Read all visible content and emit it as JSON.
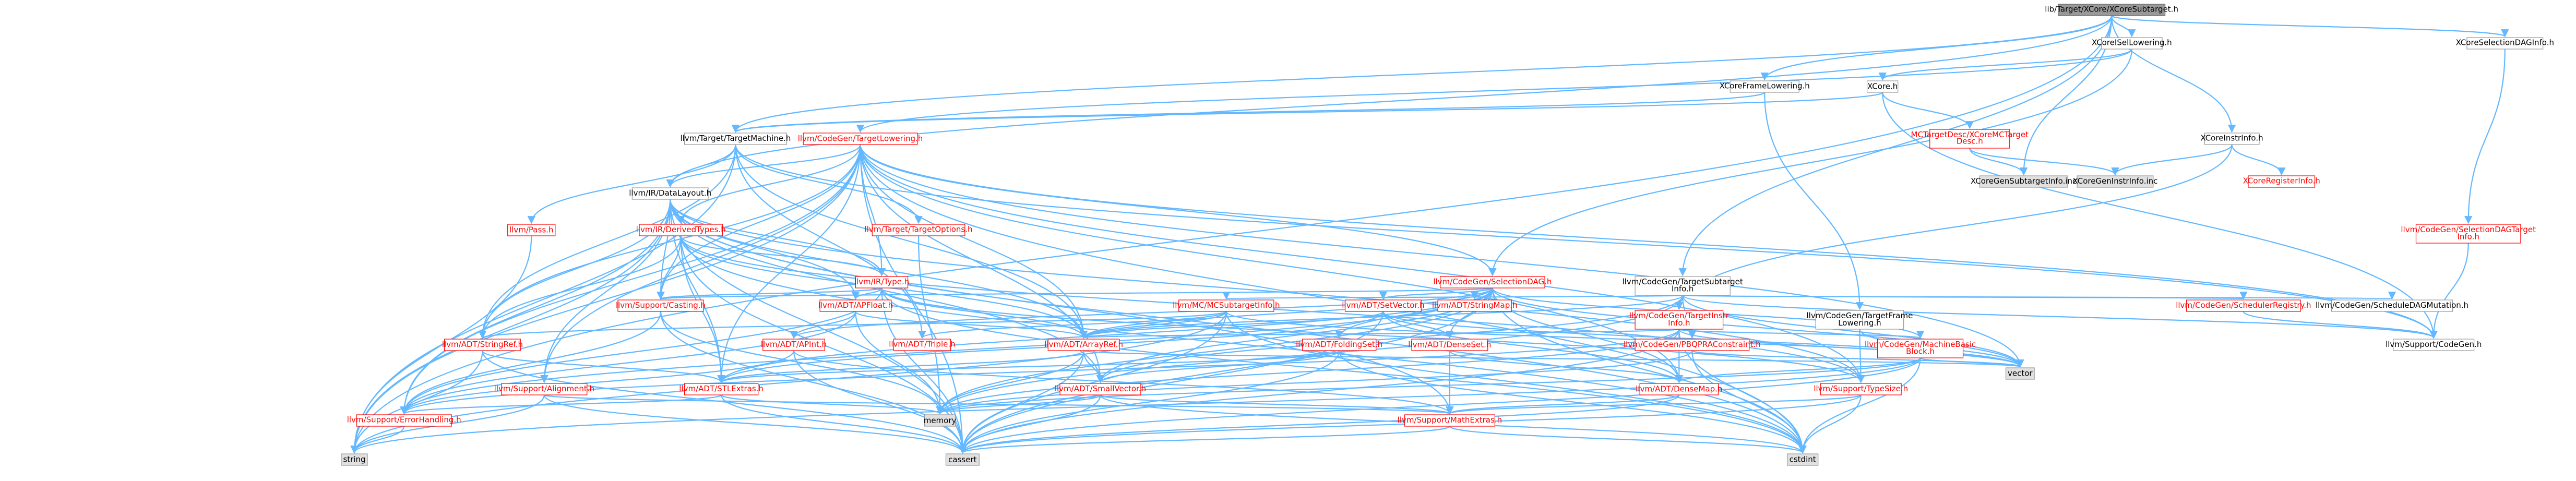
{
  "colors": {
    "edge": "#63b8ff",
    "root_fill": "#999999",
    "root_stroke": "#666666",
    "red_fill": "#ffffff",
    "red_stroke": "#ff0000",
    "red_text": "#ff0000",
    "plain_fill": "#ffffff",
    "plain_stroke": "#999999",
    "plain_text": "#000000",
    "gray_fill": "#e0e0e0",
    "gray_stroke": "#999999",
    "gray_text": "#000000"
  },
  "nodes": [
    {
      "id": "root",
      "label": "lib/Target/XCore/XCoreSubtarget.h",
      "kind": "root"
    },
    {
      "id": "setlow",
      "label": "XCoreISelLowering.h",
      "kind": "plain"
    },
    {
      "id": "seldag",
      "label": "XCoreSelectionDAGInfo.h",
      "kind": "plain"
    },
    {
      "id": "framelow",
      "label": "XCoreFrameLowering.h",
      "kind": "plain"
    },
    {
      "id": "xcore",
      "label": "XCore.h",
      "kind": "plain"
    },
    {
      "id": "instrinfo",
      "label": "XCoreInstrInfo.h",
      "kind": "plain"
    },
    {
      "id": "tm",
      "label": "llvm/Target/TargetMachine.h",
      "kind": "plain"
    },
    {
      "id": "cgtl",
      "label": "llvm/CodeGen/TargetLowering.h",
      "kind": "red"
    },
    {
      "id": "mcdesc",
      "label": "MCTargetDesc/XCoreMCTarget\nDesc.h",
      "kind": "red"
    },
    {
      "id": "subinc",
      "label": "XCoreGenSubtargetInfo.inc",
      "kind": "gray"
    },
    {
      "id": "instinc",
      "label": "XCoreGenInstrInfo.inc",
      "kind": "gray"
    },
    {
      "id": "reginfo",
      "label": "XCoreRegisterInfo.h",
      "kind": "red"
    },
    {
      "id": "sdagti",
      "label": "llvm/CodeGen/SelectionDAGTarget\nInfo.h",
      "kind": "red"
    },
    {
      "id": "pass",
      "label": "llvm/Pass.h",
      "kind": "red"
    },
    {
      "id": "dl",
      "label": "llvm/IR/DataLayout.h",
      "kind": "plain"
    },
    {
      "id": "dt",
      "label": "llvm/IR/DerivedTypes.h",
      "kind": "red"
    },
    {
      "id": "tgopt",
      "label": "llvm/Target/TargetOptions.h",
      "kind": "red"
    },
    {
      "id": "sdag",
      "label": "llvm/CodeGen/SelectionDAG.h",
      "kind": "red"
    },
    {
      "id": "tsi",
      "label": "llvm/CodeGen/TargetSubtarget\nInfo.h",
      "kind": "plain"
    },
    {
      "id": "type",
      "label": "llvm/IR/Type.h",
      "kind": "red"
    },
    {
      "id": "casting",
      "label": "llvm/Support/Casting.h",
      "kind": "red"
    },
    {
      "id": "apfloat",
      "label": "llvm/ADT/APFloat.h",
      "kind": "red"
    },
    {
      "id": "mcsti",
      "label": "llvm/MC/MCSubtargetInfo.h",
      "kind": "red"
    },
    {
      "id": "setvec",
      "label": "llvm/ADT/SetVector.h",
      "kind": "red"
    },
    {
      "id": "strmap",
      "label": "llvm/ADT/StringMap.h",
      "kind": "red"
    },
    {
      "id": "tii",
      "label": "llvm/CodeGen/TargetInstr\nInfo.h",
      "kind": "red"
    },
    {
      "id": "tfl",
      "label": "llvm/CodeGen/TargetFrame\nLowering.h",
      "kind": "plain"
    },
    {
      "id": "schedreg",
      "label": "llvm/CodeGen/SchedulerRegistry.h",
      "kind": "red"
    },
    {
      "id": "schedmut",
      "label": "llvm/CodeGen/ScheduleDAGMutation.h",
      "kind": "plain"
    },
    {
      "id": "codegen",
      "label": "llvm/Support/CodeGen.h",
      "kind": "plain"
    },
    {
      "id": "strref",
      "label": "llvm/ADT/StringRef.h",
      "kind": "red"
    },
    {
      "id": "apint",
      "label": "llvm/ADT/APInt.h",
      "kind": "red"
    },
    {
      "id": "triple",
      "label": "llvm/ADT/Triple.h",
      "kind": "red"
    },
    {
      "id": "arrref",
      "label": "llvm/ADT/ArrayRef.h",
      "kind": "red"
    },
    {
      "id": "foldset",
      "label": "llvm/ADT/FoldingSet.h",
      "kind": "red"
    },
    {
      "id": "denseset",
      "label": "llvm/ADT/DenseSet.h",
      "kind": "red"
    },
    {
      "id": "pbqp",
      "label": "llvm/CodeGen/PBQPRAConstraint.h",
      "kind": "red"
    },
    {
      "id": "mbb",
      "label": "llvm/CodeGen/MachineBasic\nBlock.h",
      "kind": "red"
    },
    {
      "id": "vector",
      "label": "vector",
      "kind": "gray"
    },
    {
      "id": "align",
      "label": "llvm/Support/Alignment.h",
      "kind": "red"
    },
    {
      "id": "stlext",
      "label": "llvm/ADT/STLExtras.h",
      "kind": "red"
    },
    {
      "id": "smallvec",
      "label": "llvm/ADT/SmallVector.h",
      "kind": "red"
    },
    {
      "id": "densemap",
      "label": "llvm/ADT/DenseMap.h",
      "kind": "red"
    },
    {
      "id": "typesize",
      "label": "llvm/Support/TypeSize.h",
      "kind": "red"
    },
    {
      "id": "errh",
      "label": "llvm/Support/ErrorHandling.h",
      "kind": "red"
    },
    {
      "id": "memory",
      "label": "memory",
      "kind": "gray"
    },
    {
      "id": "mathext",
      "label": "llvm/Support/MathExtras.h",
      "kind": "red"
    },
    {
      "id": "string",
      "label": "string",
      "kind": "gray"
    },
    {
      "id": "cassert",
      "label": "cassert",
      "kind": "gray"
    },
    {
      "id": "cstdint",
      "label": "cstdint",
      "kind": "gray"
    }
  ],
  "edges": [
    [
      "root",
      "setlow"
    ],
    [
      "root",
      "seldag"
    ],
    [
      "root",
      "framelow"
    ],
    [
      "root",
      "instrinfo"
    ],
    [
      "root",
      "tsi"
    ],
    [
      "root",
      "tm"
    ],
    [
      "root",
      "subinc"
    ],
    [
      "root",
      "dl"
    ],
    [
      "root",
      "string"
    ],
    [
      "setlow",
      "xcore"
    ],
    [
      "setlow",
      "cgtl"
    ],
    [
      "setlow",
      "sdag"
    ],
    [
      "seldag",
      "sdagti"
    ],
    [
      "framelow",
      "tfl"
    ],
    [
      "framelow",
      "tm"
    ],
    [
      "xcore",
      "mcdesc"
    ],
    [
      "xcore",
      "tm"
    ],
    [
      "xcore",
      "codegen"
    ],
    [
      "mcdesc",
      "subinc"
    ],
    [
      "mcdesc",
      "instinc"
    ],
    [
      "instrinfo",
      "reginfo"
    ],
    [
      "instrinfo",
      "instinc"
    ],
    [
      "instrinfo",
      "tii"
    ],
    [
      "sdagti",
      "codegen"
    ],
    [
      "tm",
      "dl"
    ],
    [
      "tm",
      "pass"
    ],
    [
      "tm",
      "tgopt"
    ],
    [
      "tm",
      "triple"
    ],
    [
      "tm",
      "arrref"
    ],
    [
      "tm",
      "codegen"
    ],
    [
      "tm",
      "strref"
    ],
    [
      "tm",
      "string"
    ],
    [
      "cgtl",
      "dl"
    ],
    [
      "cgtl",
      "dt"
    ],
    [
      "cgtl",
      "type"
    ],
    [
      "cgtl",
      "sdag"
    ],
    [
      "cgtl",
      "casting"
    ],
    [
      "cgtl",
      "arrref"
    ],
    [
      "cgtl",
      "strref"
    ],
    [
      "cgtl",
      "smallvec"
    ],
    [
      "cgtl",
      "stlext"
    ],
    [
      "cgtl",
      "densemap"
    ],
    [
      "cgtl",
      "align"
    ],
    [
      "cgtl",
      "errh"
    ],
    [
      "cgtl",
      "typesize"
    ],
    [
      "cgtl",
      "codegen"
    ],
    [
      "cgtl",
      "vector"
    ],
    [
      "cgtl",
      "cstdint"
    ],
    [
      "cgtl",
      "cassert"
    ],
    [
      "cgtl",
      "string"
    ],
    [
      "pass",
      "string"
    ],
    [
      "dl",
      "dt"
    ],
    [
      "dl",
      "type"
    ],
    [
      "dl",
      "casting"
    ],
    [
      "dl",
      "apfloat"
    ],
    [
      "dl",
      "arrref"
    ],
    [
      "dl",
      "strref"
    ],
    [
      "dl",
      "smallvec"
    ],
    [
      "dl",
      "stlext"
    ],
    [
      "dl",
      "align"
    ],
    [
      "dl",
      "errh"
    ],
    [
      "dl",
      "mathext"
    ],
    [
      "dl",
      "typesize"
    ],
    [
      "dl",
      "cassert"
    ],
    [
      "dl",
      "cstdint"
    ],
    [
      "dl",
      "string"
    ],
    [
      "dt",
      "type"
    ],
    [
      "dt",
      "casting"
    ],
    [
      "dt",
      "arrref"
    ],
    [
      "dt",
      "strref"
    ],
    [
      "dt",
      "stlext"
    ],
    [
      "dt",
      "typesize"
    ],
    [
      "dt",
      "cassert"
    ],
    [
      "dt",
      "cstdint"
    ],
    [
      "tgopt",
      "memory"
    ],
    [
      "sdag",
      "apint"
    ],
    [
      "sdag",
      "arrref"
    ],
    [
      "sdag",
      "foldset"
    ],
    [
      "sdag",
      "densemap"
    ],
    [
      "sdag",
      "denseset"
    ],
    [
      "sdag",
      "setvec"
    ],
    [
      "sdag",
      "strmap"
    ],
    [
      "sdag",
      "smallvec"
    ],
    [
      "sdag",
      "stlext"
    ],
    [
      "sdag",
      "casting"
    ],
    [
      "sdag",
      "errh"
    ],
    [
      "sdag",
      "mbb"
    ],
    [
      "sdag",
      "vector"
    ],
    [
      "sdag",
      "cstdint"
    ],
    [
      "sdag",
      "cassert"
    ],
    [
      "sdag",
      "memory"
    ],
    [
      "tsi",
      "arrref"
    ],
    [
      "tsi",
      "smallvec"
    ],
    [
      "tsi",
      "mcsti"
    ],
    [
      "tsi",
      "pbqp"
    ],
    [
      "tsi",
      "schedmut"
    ],
    [
      "tsi",
      "schedreg"
    ],
    [
      "tsi",
      "codegen"
    ],
    [
      "tsi",
      "memory"
    ],
    [
      "tsi",
      "vector"
    ],
    [
      "type",
      "arrref"
    ],
    [
      "type",
      "casting"
    ],
    [
      "type",
      "errh"
    ],
    [
      "type",
      "typesize"
    ],
    [
      "type",
      "cassert"
    ],
    [
      "type",
      "cstdint"
    ],
    [
      "type",
      "apfloat"
    ],
    [
      "casting",
      "errh"
    ],
    [
      "casting",
      "memory"
    ],
    [
      "casting",
      "cassert"
    ],
    [
      "apfloat",
      "apint"
    ],
    [
      "apfloat",
      "arrref"
    ],
    [
      "apfloat",
      "errh"
    ],
    [
      "apfloat",
      "memory"
    ],
    [
      "mcsti",
      "strref"
    ],
    [
      "mcsti",
      "triple"
    ],
    [
      "mcsti",
      "arrref"
    ],
    [
      "mcsti",
      "string"
    ],
    [
      "mcsti",
      "vector"
    ],
    [
      "mcsti",
      "cassert"
    ],
    [
      "mcsti",
      "cstdint"
    ],
    [
      "setvec",
      "arrref"
    ],
    [
      "setvec",
      "densemap"
    ],
    [
      "setvec",
      "denseset"
    ],
    [
      "setvec",
      "stlext"
    ],
    [
      "setvec",
      "cassert"
    ],
    [
      "setvec",
      "vector"
    ],
    [
      "tii",
      "arrref"
    ],
    [
      "tii",
      "densemap"
    ],
    [
      "tii",
      "mbb"
    ],
    [
      "tii",
      "errh"
    ],
    [
      "tii",
      "cassert"
    ],
    [
      "tii",
      "cstdint"
    ],
    [
      "tii",
      "memory"
    ],
    [
      "tii",
      "vector"
    ],
    [
      "tfl",
      "typesize"
    ],
    [
      "tfl",
      "vector"
    ],
    [
      "schedreg",
      "codegen"
    ],
    [
      "strref",
      "stlext"
    ],
    [
      "strref",
      "string"
    ],
    [
      "strref",
      "cassert"
    ],
    [
      "apint",
      "mathext"
    ],
    [
      "apint",
      "errh"
    ],
    [
      "apint",
      "cassert"
    ],
    [
      "arrref",
      "smallvec"
    ],
    [
      "arrref",
      "stlext"
    ],
    [
      "arrref",
      "cassert"
    ],
    [
      "arrref",
      "memory"
    ],
    [
      "arrref",
      "vector"
    ],
    [
      "foldset",
      "smallvec"
    ],
    [
      "foldset",
      "stlext"
    ],
    [
      "foldset",
      "cassert"
    ],
    [
      "foldset",
      "cstdint"
    ],
    [
      "denseset",
      "densemap"
    ],
    [
      "denseset",
      "mathext"
    ],
    [
      "pbqp",
      "cstdint"
    ],
    [
      "pbqp",
      "memory"
    ],
    [
      "pbqp",
      "vector"
    ],
    [
      "mbb",
      "densemap"
    ],
    [
      "mbb",
      "cassert"
    ],
    [
      "mbb",
      "cstdint"
    ],
    [
      "mbb",
      "memory"
    ],
    [
      "mbb",
      "string"
    ],
    [
      "mbb",
      "vector"
    ],
    [
      "align",
      "mathext"
    ],
    [
      "align",
      "cassert"
    ],
    [
      "align",
      "string"
    ],
    [
      "stlext",
      "errh"
    ],
    [
      "stlext",
      "cassert"
    ],
    [
      "stlext",
      "memory"
    ],
    [
      "smallvec",
      "mathext"
    ],
    [
      "smallvec",
      "memory"
    ],
    [
      "smallvec",
      "cassert"
    ],
    [
      "smallvec",
      "cstdint"
    ],
    [
      "densemap",
      "mathext"
    ],
    [
      "densemap",
      "cassert"
    ],
    [
      "typesize",
      "mathext"
    ],
    [
      "typesize",
      "cassert"
    ],
    [
      "typesize",
      "cstdint"
    ],
    [
      "mathext",
      "cassert"
    ],
    [
      "mathext",
      "cstdint"
    ],
    [
      "errh",
      "string"
    ]
  ]
}
